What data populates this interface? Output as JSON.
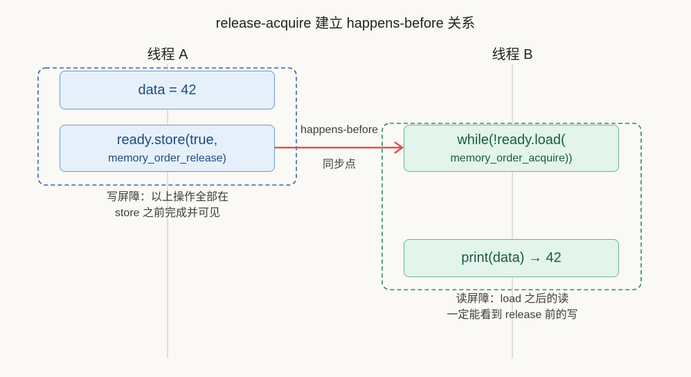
{
  "title": "release-acquire 建立 happens-before 关系",
  "thread_a": {
    "label": "线程 A",
    "ops": [
      {
        "main": "data = 42"
      },
      {
        "main": "ready.store(true,",
        "sub": "memory_order_release)"
      }
    ],
    "caption": [
      "写屏障：以上操作全部在",
      "store 之前完成并可见"
    ]
  },
  "thread_b": {
    "label": "线程 B",
    "ops": [
      {
        "main": "while(!ready.load(",
        "sub": "memory_order_acquire))"
      },
      {
        "main": "print(data) → 42"
      }
    ],
    "caption": [
      "读屏障：load 之后的读",
      "一定能看到 release 前的写"
    ]
  },
  "sync": {
    "label_top": "happens-before",
    "label_bottom": "同步点"
  },
  "colors": {
    "release": "#2f67a8",
    "acquire": "#2e8a63",
    "arrow": "#d9534f"
  }
}
